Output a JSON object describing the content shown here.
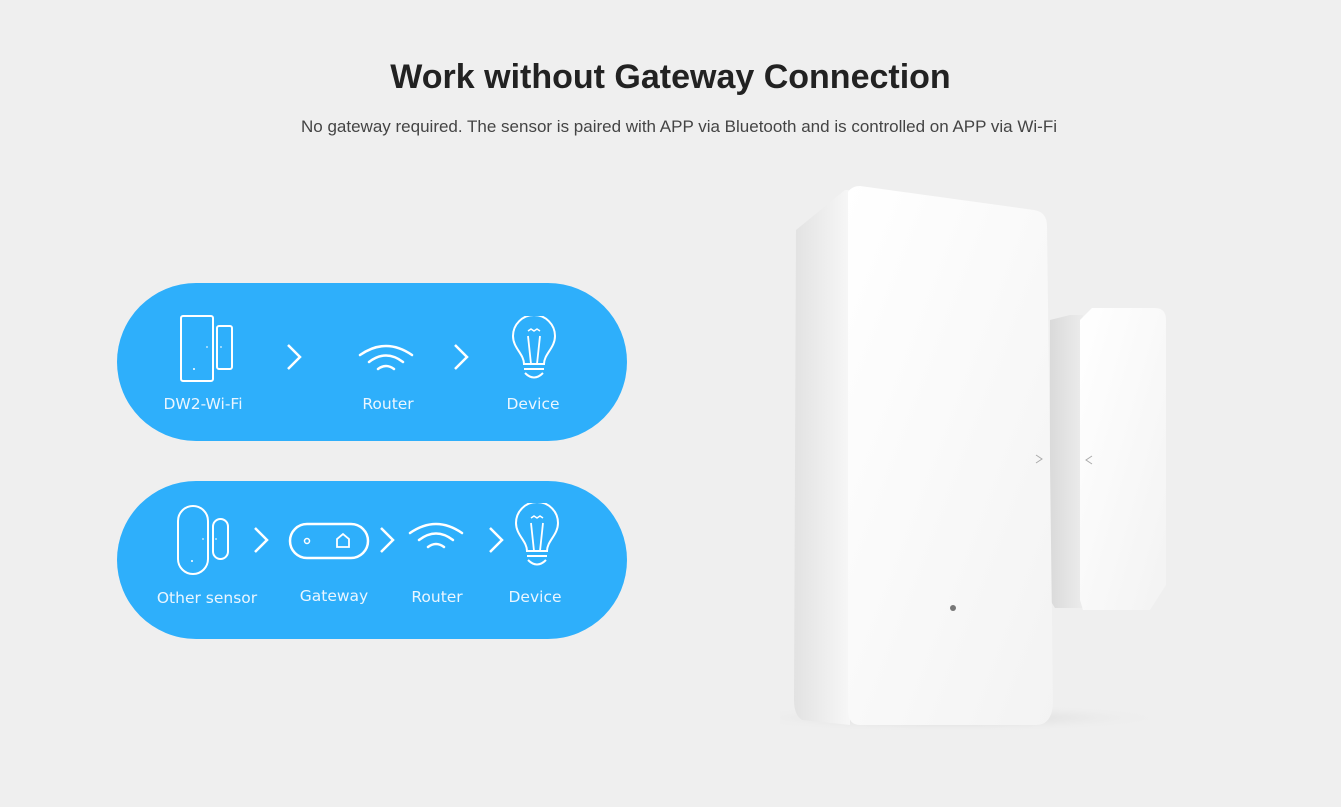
{
  "header": {
    "title": "Work without Gateway Connection",
    "subtitle": "No gateway required. The sensor is paired with APP via Bluetooth and is controlled on APP via Wi-Fi"
  },
  "flows": [
    {
      "name": "without-gateway",
      "steps": [
        {
          "label": "DW2-Wi-Fi",
          "icon": "door-sensor-icon"
        },
        {
          "label": "Router",
          "icon": "wifi-icon"
        },
        {
          "label": "Device",
          "icon": "lightbulb-icon"
        }
      ]
    },
    {
      "name": "with-gateway",
      "steps": [
        {
          "label": "Other sensor",
          "icon": "door-sensor-icon"
        },
        {
          "label": "Gateway",
          "icon": "gateway-icon"
        },
        {
          "label": "Router",
          "icon": "wifi-icon"
        },
        {
          "label": "Device",
          "icon": "lightbulb-icon"
        }
      ]
    }
  ],
  "colors": {
    "background": "#efefef",
    "pill": "#2eaffb",
    "icon_stroke": "#ffffff"
  },
  "product_image": {
    "icon": "door-window-sensor-product"
  }
}
